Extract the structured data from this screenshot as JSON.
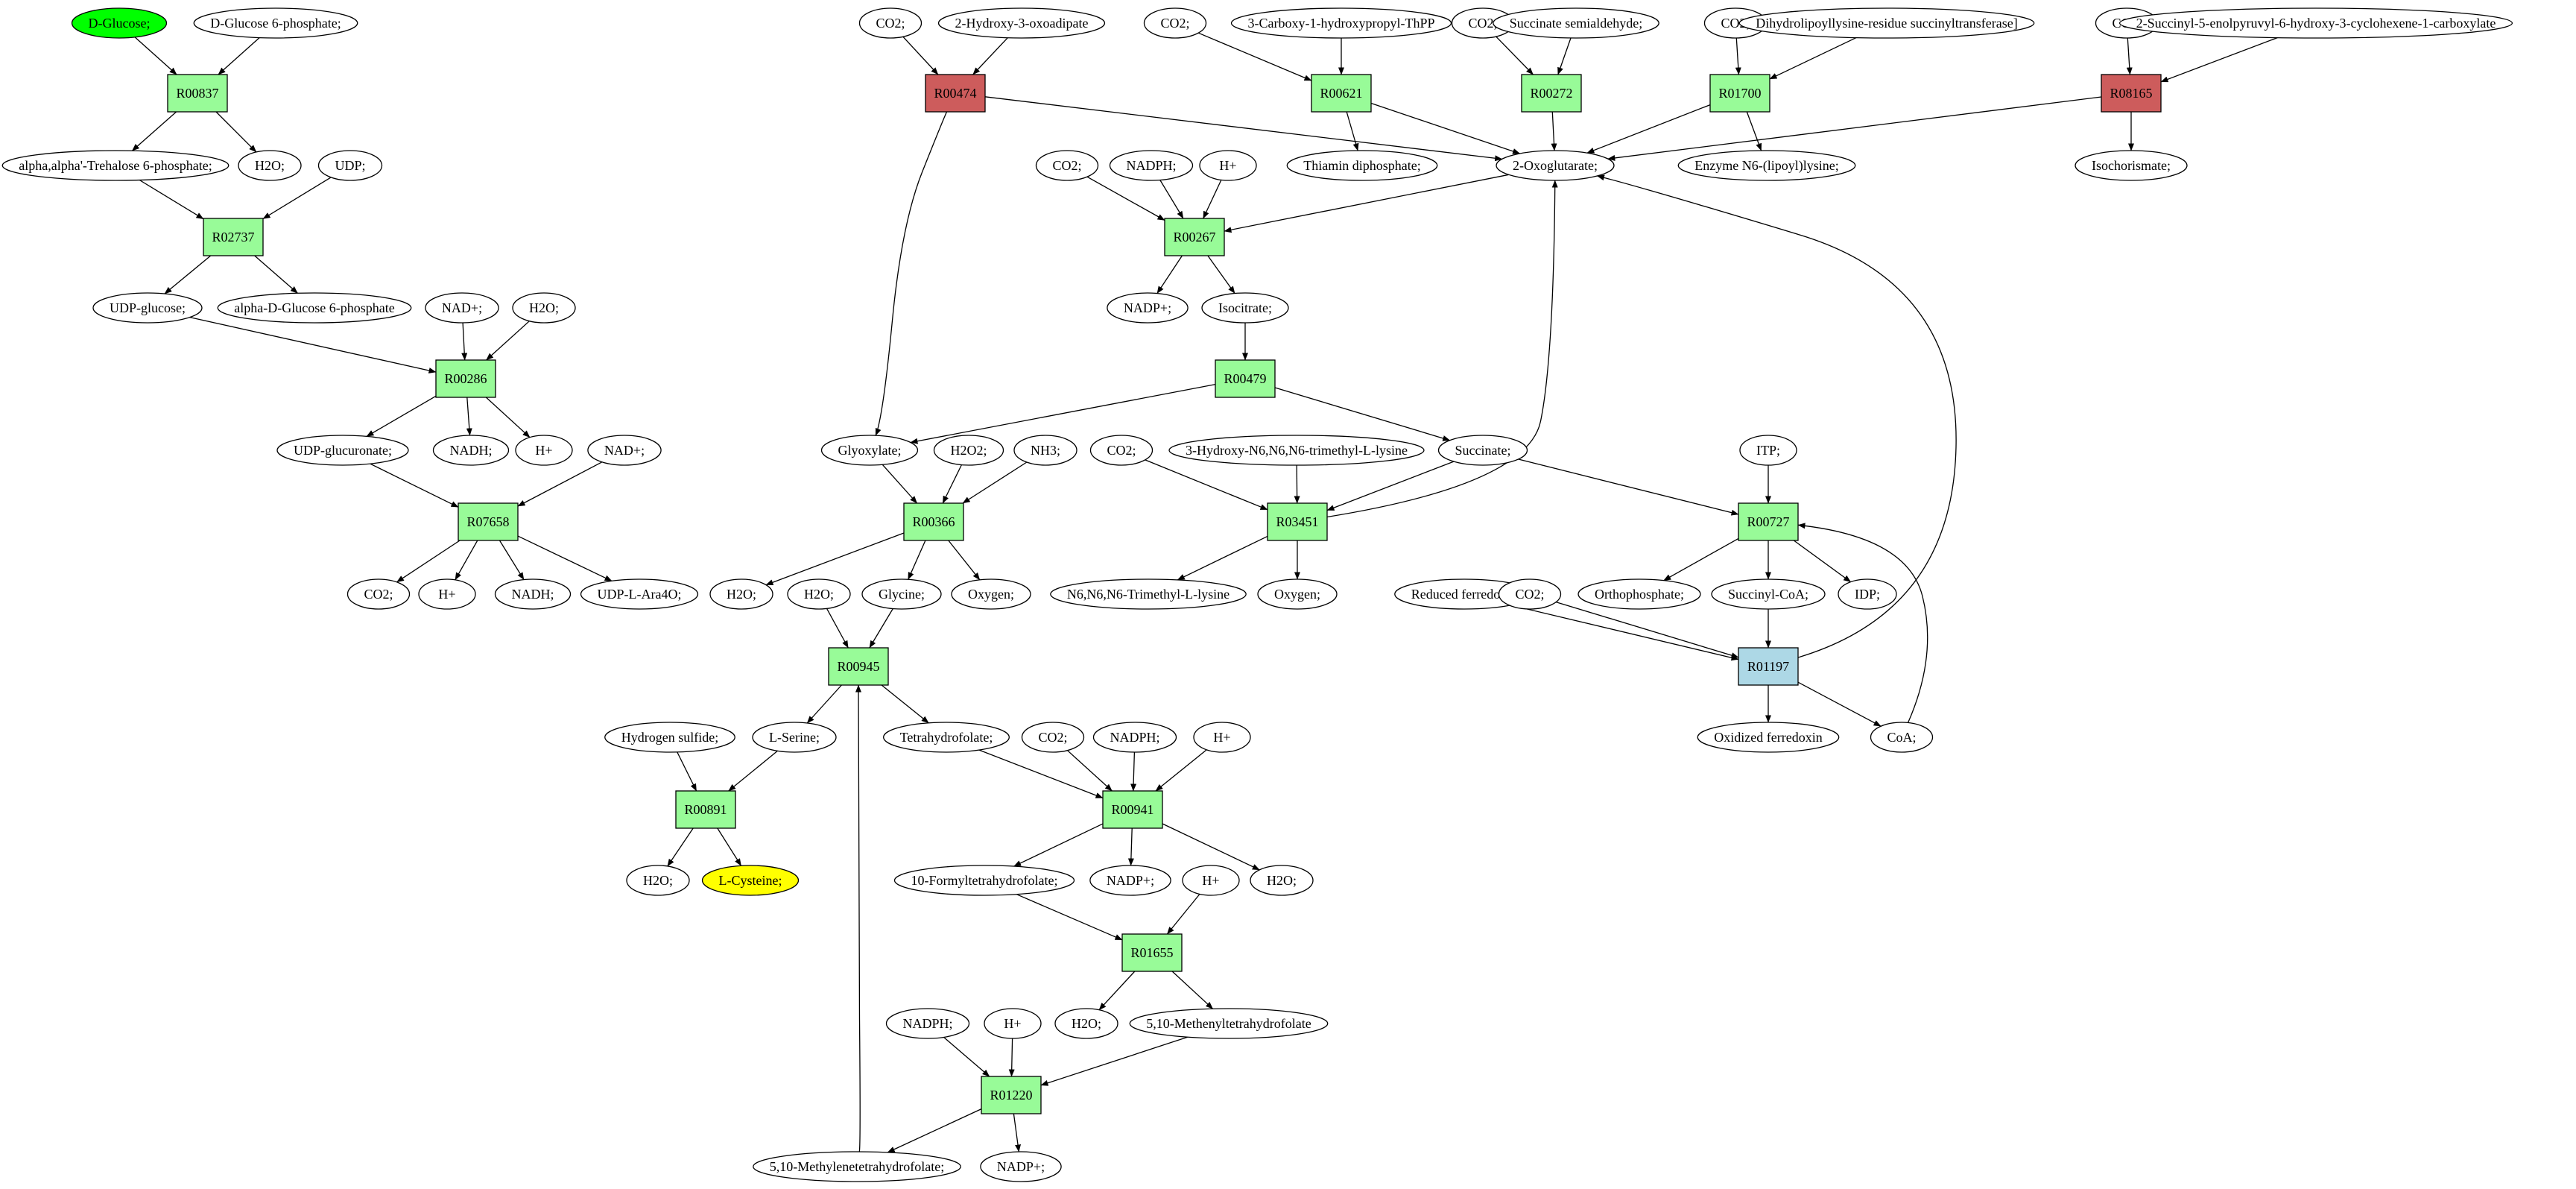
{
  "colors": {
    "metabolite": "#ffffff",
    "reaction": "#98fb98",
    "reaction_red": "#cd5c5c",
    "reaction_blue": "#add8e6",
    "start": "#00ff00",
    "target": "#ffff00",
    "stroke": "#000000"
  },
  "nodes": [
    {
      "id": "m_dglucose",
      "label": "D-Glucose;",
      "kind": "metabolite",
      "fill": "#00ff00"
    },
    {
      "id": "m_g6p",
      "label": "D-Glucose 6-phosphate;",
      "kind": "metabolite"
    },
    {
      "id": "r_R00837",
      "label": "R00837",
      "kind": "reaction"
    },
    {
      "id": "m_trehalose6p",
      "label": "alpha,alpha'-Trehalose 6-phosphate;",
      "kind": "metabolite"
    },
    {
      "id": "m_h2o_1",
      "label": "H2O;",
      "kind": "metabolite"
    },
    {
      "id": "m_udp",
      "label": "UDP;",
      "kind": "metabolite"
    },
    {
      "id": "r_R02737",
      "label": "R02737",
      "kind": "reaction"
    },
    {
      "id": "m_udpglucose",
      "label": "UDP-glucose;",
      "kind": "metabolite"
    },
    {
      "id": "m_adg6p",
      "label": "alpha-D-Glucose 6-phosphate",
      "kind": "metabolite"
    },
    {
      "id": "m_nadp_plus_a",
      "label": "NAD+;",
      "kind": "metabolite"
    },
    {
      "id": "m_h2o_2",
      "label": "H2O;",
      "kind": "metabolite"
    },
    {
      "id": "r_R00286",
      "label": "R00286",
      "kind": "reaction"
    },
    {
      "id": "m_udpglucuronate",
      "label": "UDP-glucuronate;",
      "kind": "metabolite"
    },
    {
      "id": "m_nadh_1",
      "label": "NADH;",
      "kind": "metabolite"
    },
    {
      "id": "m_hplus_1",
      "label": "H+",
      "kind": "metabolite"
    },
    {
      "id": "m_nad_2",
      "label": "NAD+;",
      "kind": "metabolite"
    },
    {
      "id": "r_R07658",
      "label": "R07658",
      "kind": "reaction"
    },
    {
      "id": "m_co2_1",
      "label": "CO2;",
      "kind": "metabolite"
    },
    {
      "id": "m_hplus_2",
      "label": "H+",
      "kind": "metabolite"
    },
    {
      "id": "m_nadh_2",
      "label": "NADH;",
      "kind": "metabolite"
    },
    {
      "id": "m_udpara4o",
      "label": "UDP-L-Ara4O;",
      "kind": "metabolite"
    },
    {
      "id": "m_co2_2",
      "label": "CO2;",
      "kind": "metabolite"
    },
    {
      "id": "m_2h3oxo",
      "label": "2-Hydroxy-3-oxoadipate",
      "kind": "metabolite"
    },
    {
      "id": "r_R00474",
      "label": "R00474",
      "kind": "reaction",
      "fill": "#cd5c5c"
    },
    {
      "id": "m_co2_3",
      "label": "CO2;",
      "kind": "metabolite"
    },
    {
      "id": "m_3carboxy",
      "label": "3-Carboxy-1-hydroxypropyl-ThPP",
      "kind": "metabolite"
    },
    {
      "id": "r_R00621",
      "label": "R00621",
      "kind": "reaction"
    },
    {
      "id": "m_thiamin",
      "label": "Thiamin diphosphate;",
      "kind": "metabolite"
    },
    {
      "id": "m_co2_4",
      "label": "CO2;",
      "kind": "metabolite"
    },
    {
      "id": "m_succsemi",
      "label": "Succinate semialdehyde;",
      "kind": "metabolite"
    },
    {
      "id": "r_R00272",
      "label": "R00272",
      "kind": "reaction"
    },
    {
      "id": "m_co2_5",
      "label": "CO2;",
      "kind": "metabolite"
    },
    {
      "id": "m_dihydrolipo",
      "label": "Dihydrolipoyllysine-residue succinyltransferase]",
      "kind": "metabolite"
    },
    {
      "id": "r_R01700",
      "label": "R01700",
      "kind": "reaction"
    },
    {
      "id": "m_enzymeN6",
      "label": "Enzyme N6-(lipoyl)lysine;",
      "kind": "metabolite"
    },
    {
      "id": "m_co2_6",
      "label": "CO2;",
      "kind": "metabolite"
    },
    {
      "id": "m_2succinyl",
      "label": "2-Succinyl-5-enolpyruvyl-6-hydroxy-3-cyclohexene-1-carboxylate",
      "kind": "metabolite"
    },
    {
      "id": "r_R08165",
      "label": "R08165",
      "kind": "reaction",
      "fill": "#cd5c5c"
    },
    {
      "id": "m_isochorismate",
      "label": "Isochorismate;",
      "kind": "metabolite"
    },
    {
      "id": "m_2oxoglutarate",
      "label": "2-Oxoglutarate;",
      "kind": "metabolite"
    },
    {
      "id": "m_co2_7",
      "label": "CO2;",
      "kind": "metabolite"
    },
    {
      "id": "m_nadph_1",
      "label": "NADPH;",
      "kind": "metabolite"
    },
    {
      "id": "m_hplus_3",
      "label": "H+",
      "kind": "metabolite"
    },
    {
      "id": "r_R00267",
      "label": "R00267",
      "kind": "reaction"
    },
    {
      "id": "m_nadp_1",
      "label": "NADP+;",
      "kind": "metabolite"
    },
    {
      "id": "m_isocitrate",
      "label": "Isocitrate;",
      "kind": "metabolite"
    },
    {
      "id": "r_R00479",
      "label": "R00479",
      "kind": "reaction"
    },
    {
      "id": "m_glyoxylate",
      "label": "Glyoxylate;",
      "kind": "metabolite"
    },
    {
      "id": "m_succinate",
      "label": "Succinate;",
      "kind": "metabolite"
    },
    {
      "id": "m_h2o2",
      "label": "H2O2;",
      "kind": "metabolite"
    },
    {
      "id": "m_nh3",
      "label": "NH3;",
      "kind": "metabolite"
    },
    {
      "id": "r_R00366",
      "label": "R00366",
      "kind": "reaction"
    },
    {
      "id": "m_h2o_3",
      "label": "H2O;",
      "kind": "metabolite"
    },
    {
      "id": "m_h2o_4",
      "label": "H2O;",
      "kind": "metabolite"
    },
    {
      "id": "m_glycine",
      "label": "Glycine;",
      "kind": "metabolite"
    },
    {
      "id": "m_oxygen_1",
      "label": "Oxygen;",
      "kind": "metabolite"
    },
    {
      "id": "m_co2_8",
      "label": "CO2;",
      "kind": "metabolite"
    },
    {
      "id": "m_3hydroxy",
      "label": "3-Hydroxy-N6,N6,N6-trimethyl-L-lysine",
      "kind": "metabolite"
    },
    {
      "id": "r_R03451",
      "label": "R03451",
      "kind": "reaction"
    },
    {
      "id": "m_trimethyllys",
      "label": "N6,N6,N6-Trimethyl-L-lysine",
      "kind": "metabolite"
    },
    {
      "id": "m_oxygen_2",
      "label": "Oxygen;",
      "kind": "metabolite"
    },
    {
      "id": "m_itp",
      "label": "ITP;",
      "kind": "metabolite"
    },
    {
      "id": "r_R00727",
      "label": "R00727",
      "kind": "reaction"
    },
    {
      "id": "m_orthophosphate",
      "label": "Orthophosphate;",
      "kind": "metabolite"
    },
    {
      "id": "m_succinylcoa",
      "label": "Succinyl-CoA;",
      "kind": "metabolite"
    },
    {
      "id": "m_idp",
      "label": "IDP;",
      "kind": "metabolite"
    },
    {
      "id": "m_redferredoxin",
      "label": "Reduced ferredoxin",
      "kind": "metabolite"
    },
    {
      "id": "m_co2_9",
      "label": "CO2;",
      "kind": "metabolite"
    },
    {
      "id": "r_R01197",
      "label": "R01197",
      "kind": "reaction",
      "fill": "#add8e6"
    },
    {
      "id": "m_oxferredoxin",
      "label": "Oxidized ferredoxin",
      "kind": "metabolite"
    },
    {
      "id": "m_coa",
      "label": "CoA;",
      "kind": "metabolite"
    },
    {
      "id": "r_R00945",
      "label": "R00945",
      "kind": "reaction"
    },
    {
      "id": "m_hydrogensulfide",
      "label": "Hydrogen sulfide;",
      "kind": "metabolite"
    },
    {
      "id": "m_lserine",
      "label": "L-Serine;",
      "kind": "metabolite"
    },
    {
      "id": "m_thf",
      "label": "Tetrahydrofolate;",
      "kind": "metabolite"
    },
    {
      "id": "r_R00891",
      "label": "R00891",
      "kind": "reaction"
    },
    {
      "id": "m_h2o_5",
      "label": "H2O;",
      "kind": "metabolite"
    },
    {
      "id": "m_lcysteine",
      "label": "L-Cysteine;",
      "kind": "metabolite",
      "fill": "#ffff00"
    },
    {
      "id": "m_co2_10",
      "label": "CO2;",
      "kind": "metabolite"
    },
    {
      "id": "m_nadph_2",
      "label": "NADPH;",
      "kind": "metabolite"
    },
    {
      "id": "m_hplus_4",
      "label": "H+",
      "kind": "metabolite"
    },
    {
      "id": "r_R00941",
      "label": "R00941",
      "kind": "reaction"
    },
    {
      "id": "m_10formyl",
      "label": "10-Formyltetrahydrofolate;",
      "kind": "metabolite"
    },
    {
      "id": "m_nadp_2",
      "label": "NADP+;",
      "kind": "metabolite"
    },
    {
      "id": "m_h2o_6",
      "label": "H2O;",
      "kind": "metabolite"
    },
    {
      "id": "m_hplus_5",
      "label": "H+",
      "kind": "metabolite"
    },
    {
      "id": "r_R01655",
      "label": "R01655",
      "kind": "reaction"
    },
    {
      "id": "m_h2o_7",
      "label": "H2O;",
      "kind": "metabolite"
    },
    {
      "id": "m_510methenyl",
      "label": "5,10-Methenyltetrahydrofolate",
      "kind": "metabolite"
    },
    {
      "id": "m_nadph_3",
      "label": "NADPH;",
      "kind": "metabolite"
    },
    {
      "id": "m_hplus_6",
      "label": "H+",
      "kind": "metabolite"
    },
    {
      "id": "r_R01220",
      "label": "R01220",
      "kind": "reaction"
    },
    {
      "id": "m_510methylene",
      "label": "5,10-Methylenetetrahydrofolate;",
      "kind": "metabolite"
    },
    {
      "id": "m_nadp_3",
      "label": "NADP+;",
      "kind": "metabolite"
    }
  ],
  "edges": [
    [
      "m_dglucose",
      "r_R00837"
    ],
    [
      "m_g6p",
      "r_R00837"
    ],
    [
      "r_R00837",
      "m_trehalose6p"
    ],
    [
      "r_R00837",
      "m_h2o_1"
    ],
    [
      "m_trehalose6p",
      "r_R02737"
    ],
    [
      "m_udp",
      "r_R02737"
    ],
    [
      "r_R02737",
      "m_udpglucose"
    ],
    [
      "r_R02737",
      "m_adg6p"
    ],
    [
      "m_udpglucose",
      "r_R00286"
    ],
    [
      "m_nadp_plus_a",
      "r_R00286"
    ],
    [
      "m_h2o_2",
      "r_R00286"
    ],
    [
      "r_R00286",
      "m_udpglucuronate"
    ],
    [
      "r_R00286",
      "m_nadh_1"
    ],
    [
      "r_R00286",
      "m_hplus_1"
    ],
    [
      "m_udpglucuronate",
      "r_R07658"
    ],
    [
      "m_nad_2",
      "r_R07658"
    ],
    [
      "r_R07658",
      "m_co2_1"
    ],
    [
      "r_R07658",
      "m_hplus_2"
    ],
    [
      "r_R07658",
      "m_nadh_2"
    ],
    [
      "r_R07658",
      "m_udpara4o"
    ],
    [
      "m_co2_2",
      "r_R00474"
    ],
    [
      "m_2h3oxo",
      "r_R00474"
    ],
    [
      "r_R00474",
      "m_2oxoglutarate"
    ],
    [
      "r_R00474",
      "m_glyoxylate"
    ],
    [
      "m_co2_3",
      "r_R00621"
    ],
    [
      "m_3carboxy",
      "r_R00621"
    ],
    [
      "r_R00621",
      "m_thiamin"
    ],
    [
      "r_R00621",
      "m_2oxoglutarate"
    ],
    [
      "m_co2_4",
      "r_R00272"
    ],
    [
      "m_succsemi",
      "r_R00272"
    ],
    [
      "r_R00272",
      "m_2oxoglutarate"
    ],
    [
      "m_co2_5",
      "r_R01700"
    ],
    [
      "m_dihydrolipo",
      "r_R01700"
    ],
    [
      "r_R01700",
      "m_2oxoglutarate"
    ],
    [
      "r_R01700",
      "m_enzymeN6"
    ],
    [
      "m_co2_6",
      "r_R08165"
    ],
    [
      "m_2succinyl",
      "r_R08165"
    ],
    [
      "r_R08165",
      "m_2oxoglutarate"
    ],
    [
      "r_R08165",
      "m_isochorismate"
    ],
    [
      "m_2oxoglutarate",
      "r_R00267"
    ],
    [
      "m_co2_7",
      "r_R00267"
    ],
    [
      "m_nadph_1",
      "r_R00267"
    ],
    [
      "m_hplus_3",
      "r_R00267"
    ],
    [
      "r_R00267",
      "m_nadp_1"
    ],
    [
      "r_R00267",
      "m_isocitrate"
    ],
    [
      "m_isocitrate",
      "r_R00479"
    ],
    [
      "r_R00479",
      "m_glyoxylate"
    ],
    [
      "r_R00479",
      "m_succinate"
    ],
    [
      "m_glyoxylate",
      "r_R00366"
    ],
    [
      "m_h2o2",
      "r_R00366"
    ],
    [
      "m_nh3",
      "r_R00366"
    ],
    [
      "r_R00366",
      "m_h2o_3"
    ],
    [
      "r_R00366",
      "m_glycine"
    ],
    [
      "r_R00366",
      "m_oxygen_1"
    ],
    [
      "m_co2_8",
      "r_R03451"
    ],
    [
      "m_3hydroxy",
      "r_R03451"
    ],
    [
      "m_succinate",
      "r_R03451"
    ],
    [
      "r_R03451",
      "m_trimethyllys"
    ],
    [
      "r_R03451",
      "m_oxygen_2"
    ],
    [
      "r_R03451",
      "m_2oxoglutarate"
    ],
    [
      "m_succinate",
      "r_R00727"
    ],
    [
      "m_itp",
      "r_R00727"
    ],
    [
      "m_coa",
      "r_R00727"
    ],
    [
      "r_R00727",
      "m_orthophosphate"
    ],
    [
      "r_R00727",
      "m_succinylcoa"
    ],
    [
      "r_R00727",
      "m_idp"
    ],
    [
      "m_succinylcoa",
      "r_R01197"
    ],
    [
      "m_redferredoxin",
      "r_R01197"
    ],
    [
      "m_co2_9",
      "r_R01197"
    ],
    [
      "r_R01197",
      "m_oxferredoxin"
    ],
    [
      "r_R01197",
      "m_coa"
    ],
    [
      "r_R01197",
      "m_2oxoglutarate"
    ],
    [
      "m_h2o_4",
      "r_R00945"
    ],
    [
      "m_glycine",
      "r_R00945"
    ],
    [
      "m_510methylene",
      "r_R00945"
    ],
    [
      "r_R00945",
      "m_lserine"
    ],
    [
      "r_R00945",
      "m_thf"
    ],
    [
      "m_hydrogensulfide",
      "r_R00891"
    ],
    [
      "m_lserine",
      "r_R00891"
    ],
    [
      "r_R00891",
      "m_h2o_5"
    ],
    [
      "r_R00891",
      "m_lcysteine"
    ],
    [
      "m_thf",
      "r_R00941"
    ],
    [
      "m_co2_10",
      "r_R00941"
    ],
    [
      "m_nadph_2",
      "r_R00941"
    ],
    [
      "m_hplus_4",
      "r_R00941"
    ],
    [
      "r_R00941",
      "m_10formyl"
    ],
    [
      "r_R00941",
      "m_nadp_2"
    ],
    [
      "r_R00941",
      "m_h2o_6"
    ],
    [
      "m_10formyl",
      "r_R01655"
    ],
    [
      "m_hplus_5",
      "r_R01655"
    ],
    [
      "r_R01655",
      "m_h2o_7"
    ],
    [
      "r_R01655",
      "m_510methenyl"
    ],
    [
      "m_510methenyl",
      "r_R01220"
    ],
    [
      "m_nadph_3",
      "r_R01220"
    ],
    [
      "m_hplus_6",
      "r_R01220"
    ],
    [
      "r_R01220",
      "m_510methylene"
    ],
    [
      "r_R01220",
      "m_nadp_3"
    ]
  ]
}
